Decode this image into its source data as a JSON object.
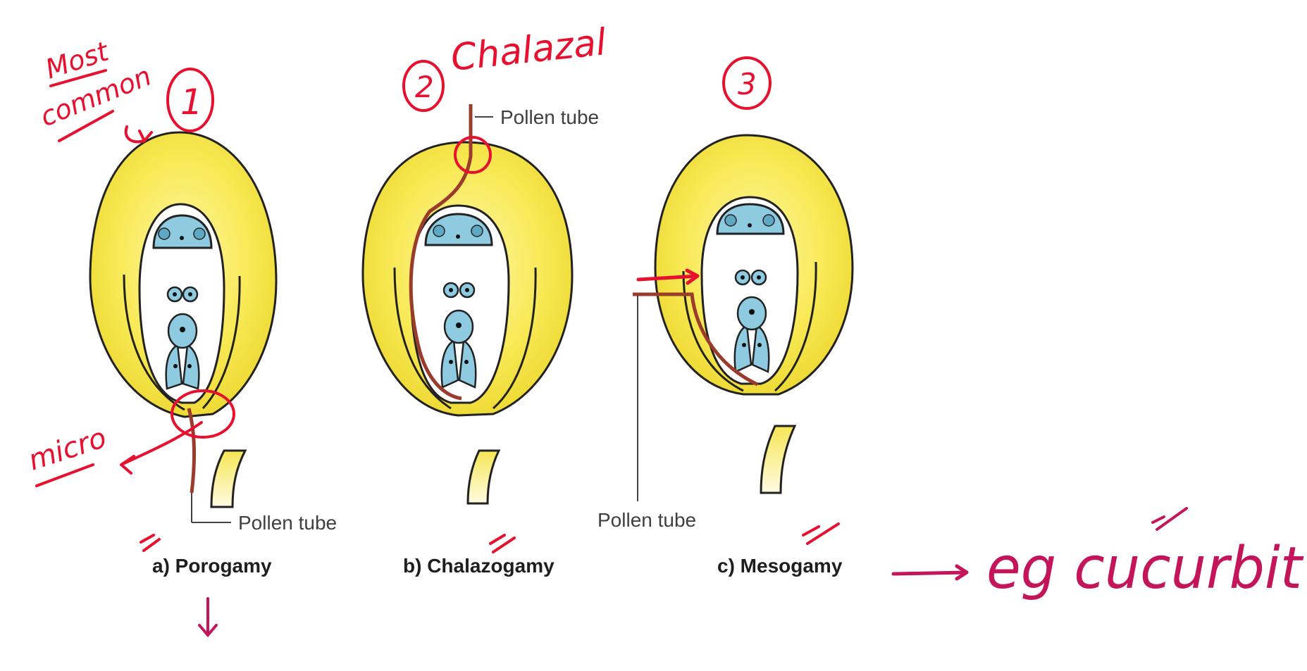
{
  "diagram": {
    "panels": [
      {
        "caption": "a) Porogamy",
        "pollen_tube_label": "Pollen tube"
      },
      {
        "caption": "b) Chalazogamy",
        "pollen_tube_label": "Pollen tube"
      },
      {
        "caption": "c) Mesogamy",
        "pollen_tube_label": "Pollen tube"
      }
    ]
  },
  "annotations": {
    "most": "Most",
    "common": "common",
    "number_1": "1",
    "number_2": "2",
    "number_3": "3",
    "chalazal": "Chalazal",
    "micro": "micro",
    "example": "eg cucurbit"
  },
  "colors": {
    "integument": "#f6e44a",
    "cell": "#8fcbe0",
    "pollen_tube": "#9b3b2c",
    "ink_red": "#e8102f",
    "ink_magenta": "#c4145a"
  }
}
